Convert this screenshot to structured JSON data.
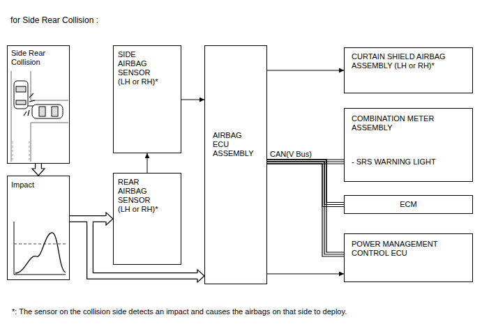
{
  "diagram": {
    "title": "for Side Rear Collision :",
    "caption": "*: The sensor on the collision side detects an impact and causes the airbags on that side to deploy.",
    "nodes": [
      {
        "text": [
          "Side Rear Collision"
        ]
      },
      {
        "text": [
          "Impact"
        ]
      },
      {
        "text": [
          "SIDE AIRBAG SENSOR (LH or RH)*"
        ]
      },
      {
        "text": [
          "REAR AIRBAG SENSOR (LH or RH)*"
        ]
      },
      {
        "text": [
          "AIRBAG ECU ASSEMBLY"
        ]
      },
      {
        "text": [
          "CURTAIN SHIELD AIRBAG ASSEMBLY (LH or RH)*"
        ]
      },
      {
        "text": [
          "COMBINATION METER ASSEMBLY",
          "- SRS WARNING LIGHT"
        ]
      },
      {
        "text": [
          "ECM"
        ]
      },
      {
        "text": [
          "POWER MANAGEMENT CONTROL ECU"
        ]
      }
    ],
    "edges": [
      {
        "from": 0,
        "to": 1,
        "arrow": "to"
      },
      {
        "from": 1,
        "to": 3,
        "arrow": "to"
      },
      {
        "from": 1,
        "to": 4,
        "arrow": "to"
      },
      {
        "from": 3,
        "to": 2,
        "arrow": "to"
      },
      {
        "from": 2,
        "to": 4,
        "arrow": "to"
      },
      {
        "from": 4,
        "to": 5,
        "arrow": "to"
      },
      {
        "from": 4,
        "to": 6,
        "label": "CAN(V Bus)",
        "arrow": "none"
      },
      {
        "from": 4,
        "to": 7,
        "arrow": "none"
      },
      {
        "from": 4,
        "to": 8,
        "arrow": "none"
      },
      {
        "from": 4,
        "to": 8,
        "arrow": "to"
      }
    ]
  }
}
